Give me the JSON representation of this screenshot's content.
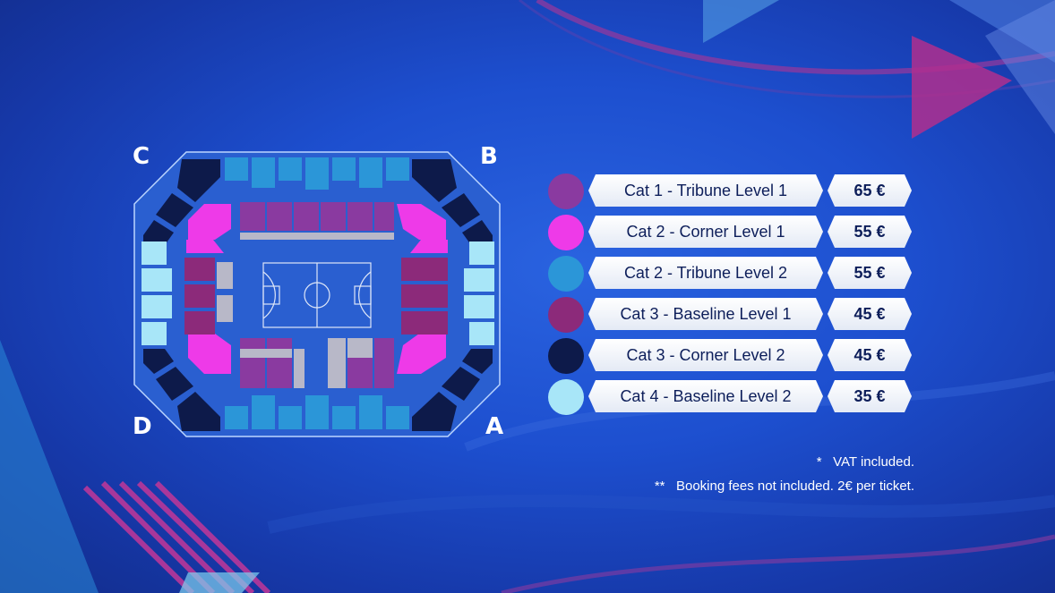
{
  "corner_labels": {
    "a": "A",
    "b": "B",
    "c": "C",
    "d": "D"
  },
  "categories": [
    {
      "label": "Cat 1 - Tribune Level 1",
      "price": "65 €",
      "color": "#8a3aa0"
    },
    {
      "label": "Cat 2 - Corner Level 1",
      "price": "55 €",
      "color": "#ee3ae8"
    },
    {
      "label": "Cat 2 - Tribune Level 2",
      "price": "55 €",
      "color": "#2b96d8"
    },
    {
      "label": "Cat 3 - Baseline Level 1",
      "price": "45 €",
      "color": "#8c2a7a"
    },
    {
      "label": "Cat 3 - Corner Level 2",
      "price": "45 €",
      "color": "#0d1a4a"
    },
    {
      "label": "Cat 4 -  Baseline Level 2",
      "price": "35 €",
      "color": "#a8e6f8"
    }
  ],
  "notes": {
    "vat": "*   VAT included.",
    "fees": "**   Booking fees not included. 2€ per ticket."
  }
}
